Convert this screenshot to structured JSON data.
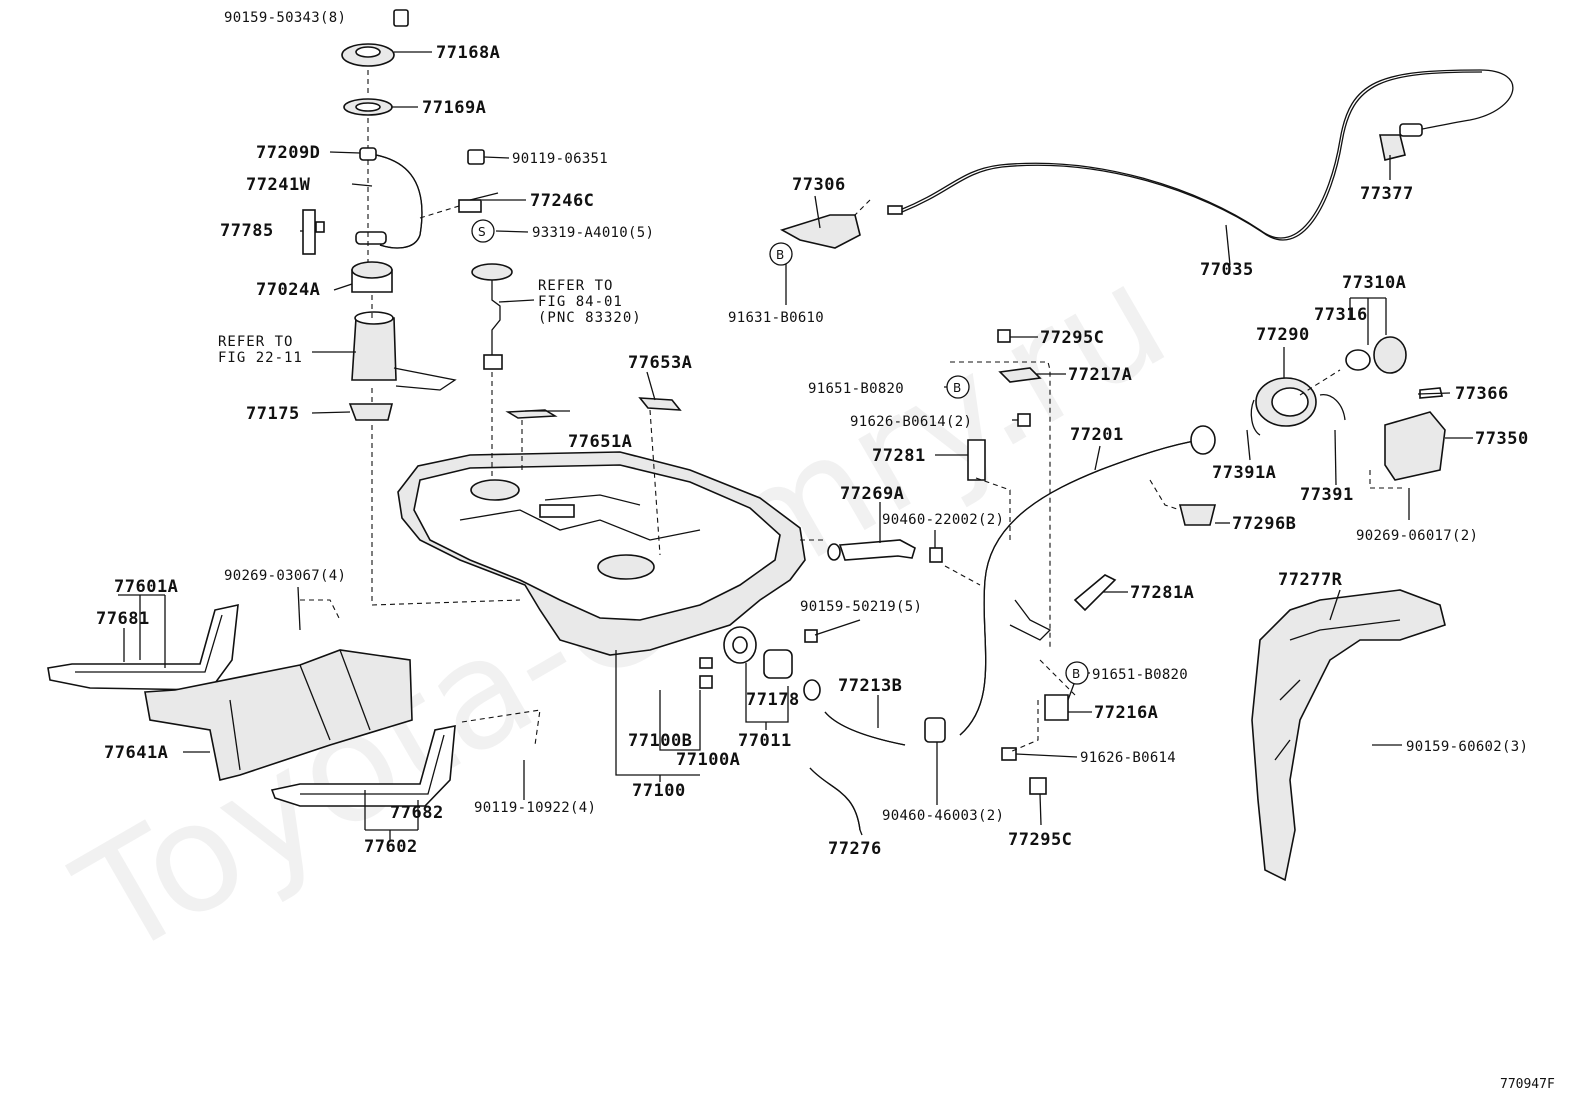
{
  "watermark": "Toyota-Camry.ru",
  "figure_code": "770947F",
  "callouts": {
    "s": "S",
    "b": "B"
  },
  "labels": {
    "l_90159_50343": "90159-50343(8)",
    "l_77168A": "77168A",
    "l_77169A": "77169A",
    "l_77209D": "77209D",
    "l_77241W": "77241W",
    "l_77785": "77785",
    "l_77024A": "77024A",
    "l_refer_22_1": "REFER TO",
    "l_refer_22_2": "FIG 22-11",
    "l_77175": "77175",
    "l_90119_06351": "90119-06351",
    "l_77246C": "77246C",
    "l_93319": "93319-A4010(5)",
    "l_refer_84_1": "REFER TO",
    "l_refer_84_2": "FIG 84-01",
    "l_refer_84_3": "(PNC 83320)",
    "l_77653A": "77653A",
    "l_77651A": "77651A",
    "l_77306": "77306",
    "l_91631": "91631-B0610",
    "l_77035": "77035",
    "l_77377": "77377",
    "l_77310A": "77310A",
    "l_77316": "77316",
    "l_77290": "77290",
    "l_77366": "77366",
    "l_77350": "77350",
    "l_77391A": "77391A",
    "l_77391": "77391",
    "l_90269_06017": "90269-06017(2)",
    "l_77295C_top": "77295C",
    "l_91651_top": "91651-B0820",
    "l_77217A": "77217A",
    "l_91626_2": "91626-B0614(2)",
    "l_77201": "77201",
    "l_77281": "77281",
    "l_77269A": "77269A",
    "l_90460_22002": "90460-22002(2)",
    "l_77296B": "77296B",
    "l_77281A": "77281A",
    "l_90159_50219": "90159-50219(5)",
    "l_91651_bot": "91651-B0820",
    "l_77216A": "77216A",
    "l_91626": "91626-B0614",
    "l_77213B": "77213B",
    "l_90460_46003": "90460-46003(2)",
    "l_77295C_bot": "77295C",
    "l_77276": "77276",
    "l_77178": "77178",
    "l_77011": "77011",
    "l_77100B": "77100B",
    "l_77100A": "77100A",
    "l_77100": "77100",
    "l_90269_03067": "90269-03067(4)",
    "l_77601A": "77601A",
    "l_77681": "77681",
    "l_77641A": "77641A",
    "l_77682": "77682",
    "l_77602": "77602",
    "l_90119_10922": "90119-10922(4)",
    "l_77277R": "77277R",
    "l_90159_60602": "90159-60602(3)"
  }
}
